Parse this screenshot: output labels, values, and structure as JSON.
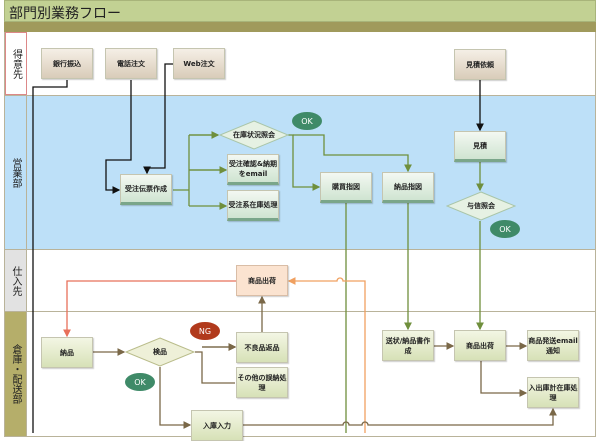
{
  "title": "部門別業務フロー",
  "lanes": [
    "得意先",
    "営業部",
    "仕入先",
    "倉庫・配送部"
  ],
  "nodes": {
    "bank": "銀行振込",
    "phone": "電話注文",
    "web": "Web注文",
    "quote_req": "見積依頼",
    "stock_check": "在庫状況照会",
    "order_confirm": "受注確認&納期をemail",
    "order_stock": "受注系在庫処理",
    "order_slip": "受注伝票作成",
    "purchase": "購買指図",
    "delivery_inst": "納品指図",
    "quote": "見積",
    "credit": "与信照会",
    "supplier_ship": "商品出荷",
    "receive": "納品",
    "inspect": "検品",
    "defect_return": "不良品返品",
    "other_misdelivery": "その他の誤納処理",
    "stock_in": "入庫入力",
    "invoice": "送状/納品書作成",
    "ship": "商品出荷",
    "ship_email": "商品発送email通知",
    "inout_stock": "入出庫計在庫処理"
  },
  "badges": {
    "ok1": "OK",
    "ok2": "OK",
    "ng": "NG",
    "ok3": "OK"
  },
  "colors": {
    "title": "#c2d193",
    "sales_lane": "#bde0f8",
    "warehouse_label": "#b5ae6a",
    "ok": "#3f8a68",
    "ng": "#b13a1c"
  }
}
